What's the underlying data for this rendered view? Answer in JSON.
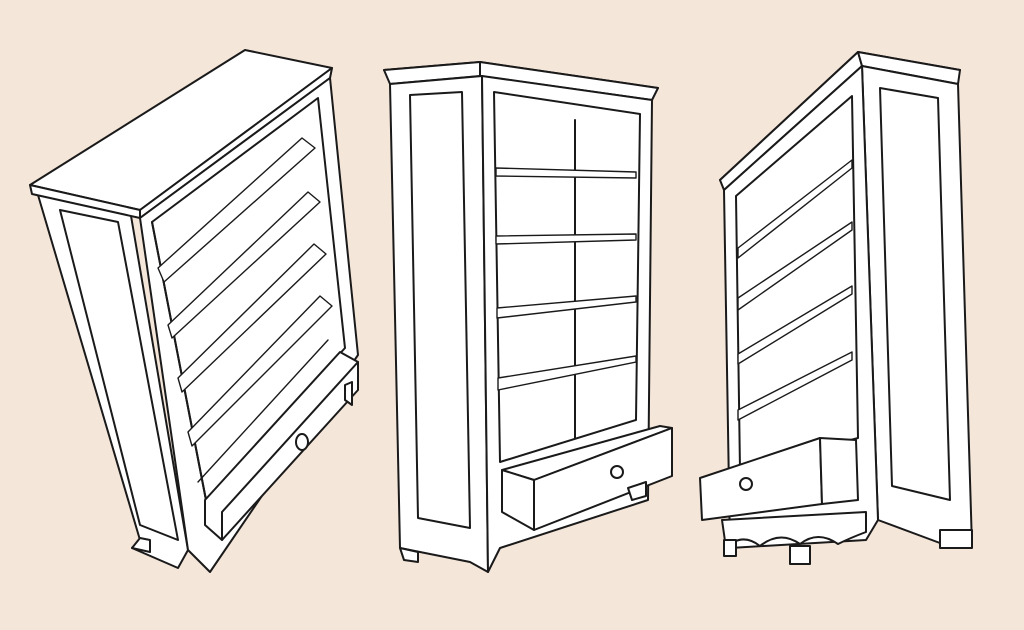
{
  "scene": {
    "background": "#f5e6da",
    "fill": "#ffffff",
    "line": "#1a1a1a"
  },
  "views": [
    {
      "id": "left",
      "icon": "bookcase-icon"
    },
    {
      "id": "front",
      "icon": "bookcase-icon"
    },
    {
      "id": "right",
      "icon": "bookcase-icon"
    }
  ]
}
